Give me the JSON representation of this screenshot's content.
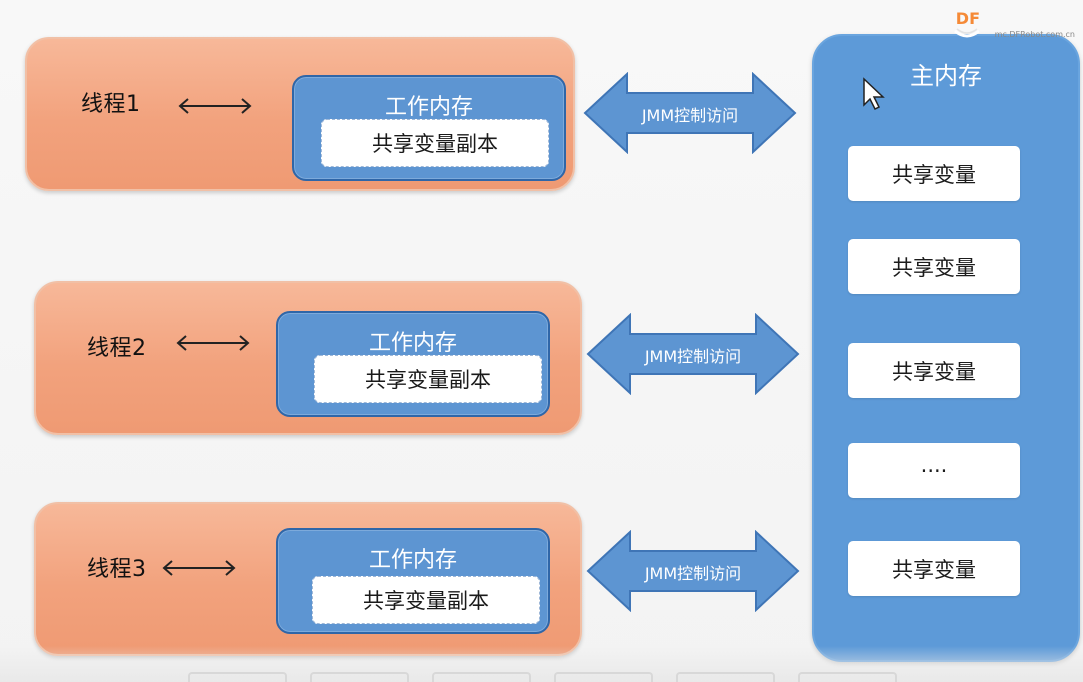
{
  "threads": [
    {
      "label": "线程1",
      "work_title": "工作内存",
      "copy_label": "共享变量副本"
    },
    {
      "label": "线程2",
      "work_title": "工作内存",
      "copy_label": "共享变量副本"
    },
    {
      "label": "线程3",
      "work_title": "工作内存",
      "copy_label": "共享变量副本"
    }
  ],
  "jmm_labels": [
    "JMM控制访问",
    "JMM控制访问",
    "JMM控制访问"
  ],
  "main_memory": {
    "title": "主内存",
    "items": [
      "共享变量",
      "共享变量",
      "共享变量",
      "····",
      "共享变量"
    ]
  },
  "watermark": {
    "brand": "DF",
    "url": "mc.DFRobot.com.cn"
  },
  "colors": {
    "thread_fill": "#f2a27d",
    "work_memory_fill": "#5d95d2",
    "main_memory_fill": "#5d9ad8",
    "arrow_fill": "#5d95d2",
    "logo_accent": "#f58a37"
  },
  "icons": {
    "bidirectional": "double-headed-arrow-icon",
    "pointer": "mouse-pointer-icon"
  }
}
